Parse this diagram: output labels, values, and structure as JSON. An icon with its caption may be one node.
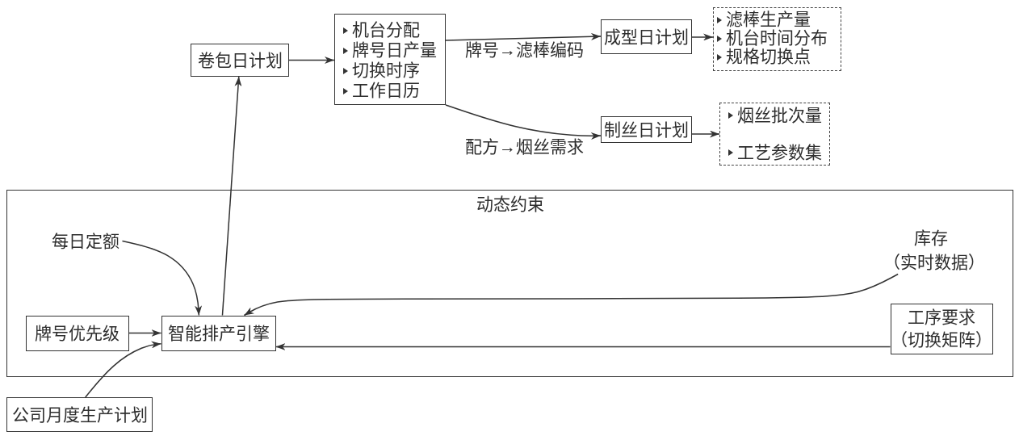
{
  "diagram": {
    "nodes": [
      {
        "text": [
          "卷包日计划"
        ]
      },
      {
        "text": [
          "机台分配",
          "牌号日产量",
          "切换时序",
          "工作日历"
        ]
      },
      {
        "text": [
          "成型日计划"
        ]
      },
      {
        "text": [
          "滤棒生产量",
          "机台时间分布",
          "规格切换点"
        ]
      },
      {
        "text": [
          "制丝日计划"
        ]
      },
      {
        "text": [
          "烟丝批次量",
          "工艺参数集"
        ]
      },
      {
        "text": [
          "动态约束"
        ]
      },
      {
        "text": [
          "每日定额"
        ],
        "in": 6
      },
      {
        "text": [
          "牌号优先级"
        ],
        "in": 6
      },
      {
        "text": [
          "智能排产引擎"
        ],
        "in": 6
      },
      {
        "text": [
          "库存（实时数据）"
        ],
        "in": 6
      },
      {
        "text": [
          "工序要求（切换矩阵）"
        ],
        "in": 6
      },
      {
        "text": [
          "公司月度生产计划"
        ]
      }
    ],
    "edges": [
      {
        "from": 9,
        "to": 0,
        "arrow": "to"
      },
      {
        "from": 0,
        "to": 1,
        "arrow": "to"
      },
      {
        "from": 1,
        "to": 2,
        "arrow": "to",
        "label": "牌号→滤棒编码"
      },
      {
        "from": 1,
        "to": 4,
        "arrow": "to",
        "label": "配方→烟丝需求"
      },
      {
        "from": 2,
        "to": 3,
        "arrow": "to"
      },
      {
        "from": 4,
        "to": 5,
        "arrow": "to"
      },
      {
        "from": 7,
        "to": 9,
        "arrow": "to"
      },
      {
        "from": 8,
        "to": 9,
        "arrow": "to"
      },
      {
        "from": 12,
        "to": 9,
        "arrow": "to"
      },
      {
        "from": 10,
        "to": 9,
        "arrow": "to"
      },
      {
        "from": 11,
        "to": 9,
        "arrow": "to"
      }
    ]
  }
}
